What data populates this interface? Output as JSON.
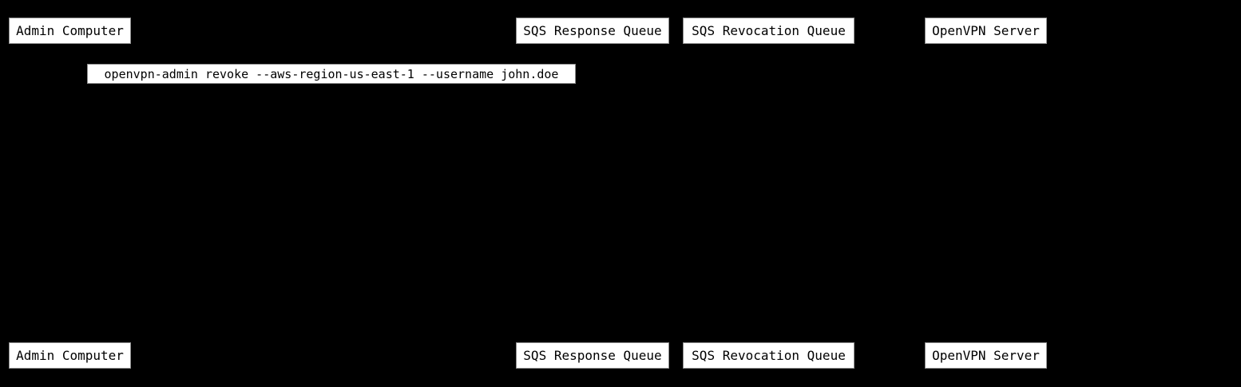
{
  "diagram": {
    "type": "sequence-diagram",
    "colors": {
      "background": "#000000",
      "node_fill": "#ffffff",
      "node_border": "#8f8f8f",
      "node_text": "#000000"
    },
    "actors": [
      {
        "label": "Admin Computer"
      },
      {
        "label": "SQS Response Queue"
      },
      {
        "label": "SQS Revocation Queue"
      },
      {
        "label": "OpenVPN Server"
      }
    ],
    "message": {
      "text": "openvpn-admin revoke --aws-region-us-east-1 --username john.doe"
    }
  }
}
